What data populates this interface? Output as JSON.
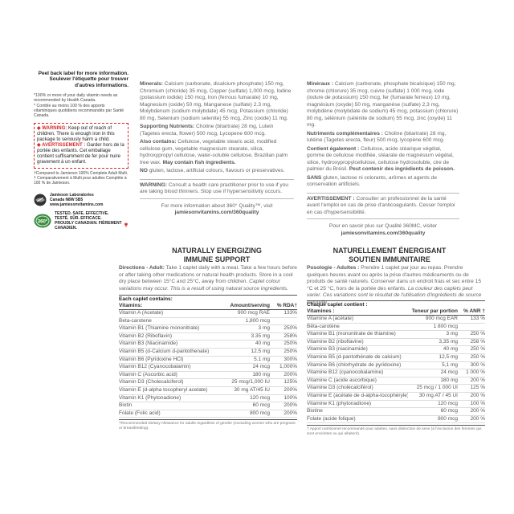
{
  "left": {
    "label_en": "Peel back label for more information.",
    "label_fr": "Soulever l'étiquette pour trouver d'autres informations.",
    "footnote_en": "*100% or more of your daily vitamin needs as recommended by Health Canada.",
    "footnote_fr": "* Comble au moins 100 % des apports vitaminiques quotidiens recommandés par Santé Canada.",
    "warning_title_en": "◆ WARNING:",
    "warning_en": "Keep out of reach of children. There is enough iron in this package to seriously harm a child.",
    "warning_title_fr": "◆ AVERTISSEMENT :",
    "warning_fr": "Garder hors de la portée des enfants. Cet emballage contient suffisamment de fer pour nuire gravement à un enfant.",
    "compare_en": "†Compared to Jamieson 100% Complete Adult Multi.",
    "compare_fr": "† Comparativement à Multi pour adultes Complète à 100 % de Jamieson.",
    "company": "Jamieson Laboratories",
    "company_loc": "Canada N8W 5B5",
    "company_web": "www.jamiesonvitamins.com",
    "tested": "TESTED. SAFE. EFFECTIVE. TESTÉ. SÛR. EFFICACE.",
    "proudly": "PROUDLY CANADIAN. FIÈREMENT CANADIEN.",
    "badge_360": "360°",
    "colors": {
      "warning": "#d42b2b",
      "green": "#3a8c3f",
      "maple": "#d42b2b"
    }
  },
  "mid_en": {
    "minerals_label": "Minerals:",
    "minerals": "Calcium (carbonate, dicalcium phosphate) 150 mg, Chromium (chloride) 35 mcg, Copper (sulfate) 1,000 mcg, Iodine (potassium iodide) 150 mcg, Iron (ferrous fumarate) 10 mg, Magnesium (oxide) 50 mg, Manganese (sulfate) 2.3 mg, Molybdenum (sodium molybdate) 45 mcg, Potassium (chloride) 80 mg, Selenium (sodium selenite) 55 mcg, Zinc (oxide) 11 mg.",
    "supporting_label": "Supporting Nutrients:",
    "supporting": "Choline (bitartrate) 28 mg, Lutein (Tagetes erecta, flower) 500 mcg, Lycopene 600 mcg.",
    "also_label": "Also contains:",
    "also": "Cellulose, vegetable stearic acid, modified cellulose gum, vegetable magnesium stearate, silica, hydroxypropyl cellulose, water-soluble cellulose, Brazilian palm tree wax.",
    "fish": "May contain fish ingredients.",
    "no_label": "NO",
    "no": "gluten, lactose, artificial colours, flavours or preservatives.",
    "warning_label": "WARNING:",
    "warning": "Consult a health care practitioner prior to use if you are taking blood thinners. Stop use if hypersensitivity occurs.",
    "more": "For more information about 360° Quality™, visit",
    "url": "jamiesonvitamins.com/360quality"
  },
  "right_fr": {
    "minerals_label": "Minéraux :",
    "minerals": "Calcium (carbonate, phosphate bicalcique) 150 mg, chrome (chlorure) 35 mcg, cuivre (sulfate) 1 000 mcg, iode (iodure de potassium) 150 mcg, fer (fumarate ferreux) 10 mg, magnésium (oxyde) 50 mg, manganèse (sulfate) 2,3 mg, molybdène (molybdate de sodium) 45 mcg, potassium (chlorure) 80 mg, sélénium (sélénite de sodium) 55 mcg, zinc (oxyde) 11 mg.",
    "supporting_label": "Nutriments complémentaires :",
    "supporting": "Choline (bitartrate) 28 mg, lutéine (Tagetes erecta, fleur) 500 mcg, lycopène 600 mcg.",
    "also_label": "Contient également :",
    "also": "Cellulose, acide stéarique végétal, gomme de cellulose modifiée, stéarate de magnésium végétal, silice, hydroxypropylcellulose, cellulose hydrosoluble, cire de palmier du Brésil.",
    "fish": "Peut contenir des ingrédients de poisson.",
    "no_label": "SANS",
    "no": "gluten, lactose ni colorants, arômes et agents de conservation artificiels.",
    "warning_label": "AVERTISSEMENT :",
    "warning": "Consulter un professionnel de la santé avant l'emploi en cas de prise d'anticoagulants. Cesser l'emploi en cas d'hypersensibilité.",
    "more": "Pour en savoir plus sur Qualité 360MC, visiter",
    "url": "jamiesonvitamins.com/360quality"
  },
  "en_table": {
    "title_1": "NATURALLY ENERGIZING",
    "title_2": "IMMUNE SUPPORT",
    "directions_label": "Directions - Adult:",
    "directions": "Take 1 caplet daily with a meal. Take a few hours before or after taking other medications or natural health products. Store in a cool dry place between 15°C and 25°C, away from children.",
    "directions_italic": "Caplet colour variations may occur. This is a result of using natural source ingredients.",
    "each": "Each caplet contains:",
    "col_vitamins": "Vitamins:",
    "col_amount": "Amount/serving",
    "col_rda": "% RDA†",
    "rows": [
      {
        "name": "Vitamin A (Acetate)",
        "amount": "900 mcg RAE",
        "rda": "133%"
      },
      {
        "name": "Beta-carotene",
        "amount": "1,800 mcg",
        "rda": ""
      },
      {
        "name": "Vitamin B1 (Thiamine mononitrate)",
        "amount": "3 mg",
        "rda": "250%"
      },
      {
        "name": "Vitamin B2 (Riboflavin)",
        "amount": "3.35 mg",
        "rda": "258%"
      },
      {
        "name": "Vitamin B3 (Niacinamide)",
        "amount": "40 mg",
        "rda": "250%"
      },
      {
        "name": "Vitamin B5 (d-Calcium d-pantothenate)",
        "amount": "12.5 mg",
        "rda": "250%"
      },
      {
        "name": "Vitamin B6 (Pyridoxine HCl)",
        "amount": "5.1 mg",
        "rda": "300%"
      },
      {
        "name": "Vitamin B12 (Cyanocobalamin)",
        "amount": "24 mcg",
        "rda": "1,000%"
      },
      {
        "name": "Vitamin C (Ascorbic acid)",
        "amount": "180 mg",
        "rda": "200%"
      },
      {
        "name": "Vitamin D3 (Cholecalciferol)",
        "amount": "25 mcg/1,000 IU",
        "rda": "125%"
      },
      {
        "name": "Vitamin E (d-alpha tocopheryl acetate)",
        "amount": "30 mg AT/45 IU",
        "rda": "200%"
      },
      {
        "name": "Vitamin K1 (Phytonadione)",
        "amount": "120 mcg",
        "rda": "100%"
      },
      {
        "name": "Biotin",
        "amount": "60 mcg",
        "rda": "200%"
      },
      {
        "name": "Folate (Folic acid)",
        "amount": "800 mcg",
        "rda": "200%"
      }
    ],
    "footnote": "†Recommended Dietary Allowance for adults regardless of gender (excluding women who are pregnant or breastfeeding)."
  },
  "fr_table": {
    "title_1": "NATURELLEMENT ÉNERGISANT",
    "title_2": "SOUTIEN IMMUNITAIRE",
    "directions_label": "Posologie - Adultes :",
    "directions": "Prendre 1 caplet par jour au repas. Prendre quelques heures avant ou après la prise d'autres médicaments ou de produits de santé naturels. Conserver dans un endroit frais et sec entre 15 °C et 25 °C, hors de la portée des enfants.",
    "directions_italic": "La couleur des caplets peut varier. Ces variations sont le résultat de l'utilisation d'ingrédients de source naturelle.",
    "each": "Chaque caplet contient :",
    "col_vitamins": "Vitamines :",
    "col_amount": "Teneur par portion",
    "col_rda": "% ANR †",
    "rows": [
      {
        "name": "Vitamine A (acétate)",
        "amount": "900 mcg EAR",
        "rda": "133 %"
      },
      {
        "name": "Bêta-carotène",
        "amount": "1 800 mcg",
        "rda": ""
      },
      {
        "name": "Vitamine B1 (mononitrate de thiamine)",
        "amount": "3 mg",
        "rda": "250 %"
      },
      {
        "name": "Vitamine B2 (riboflavine)",
        "amount": "3,35 mg",
        "rda": "258 %"
      },
      {
        "name": "Vitamine B3 (niacinamide)",
        "amount": "40 mg",
        "rda": "250 %"
      },
      {
        "name": "Vitamine B5 (d-pantothénate de calcium)",
        "amount": "12,5 mg",
        "rda": "250 %"
      },
      {
        "name": "Vitamine B6 (chlorhydrate de pyridoxine)",
        "amount": "5,1 mg",
        "rda": "300 %"
      },
      {
        "name": "Vitamine B12 (cyanocobalamine)",
        "amount": "24 mcg",
        "rda": "1 000 %"
      },
      {
        "name": "Vitamine C (acide ascorbique)",
        "amount": "180 mg",
        "rda": "200 %"
      },
      {
        "name": "Vitamine D3 (cholécalciférol)",
        "amount": "25 mcg / 1 000 UI",
        "rda": "125 %"
      },
      {
        "name": "Vitamine E (acétate de d-alpha-tocophéryle)",
        "amount": "30 mg AT / 45 UI",
        "rda": "200 %"
      },
      {
        "name": "Vitamine K1 (phytonadione)",
        "amount": "120 mcg",
        "rda": "100 %"
      },
      {
        "name": "Biotine",
        "amount": "60 mcg",
        "rda": "200 %"
      },
      {
        "name": "Folate (acide folique)",
        "amount": "800 mcg",
        "rda": "200 %"
      }
    ],
    "footnote": "† Apport nutritionnel recommandé pour adultes, sans distinction de sexe (à l'exclusion des femmes qui sont enceintes ou qui allaitent)."
  }
}
